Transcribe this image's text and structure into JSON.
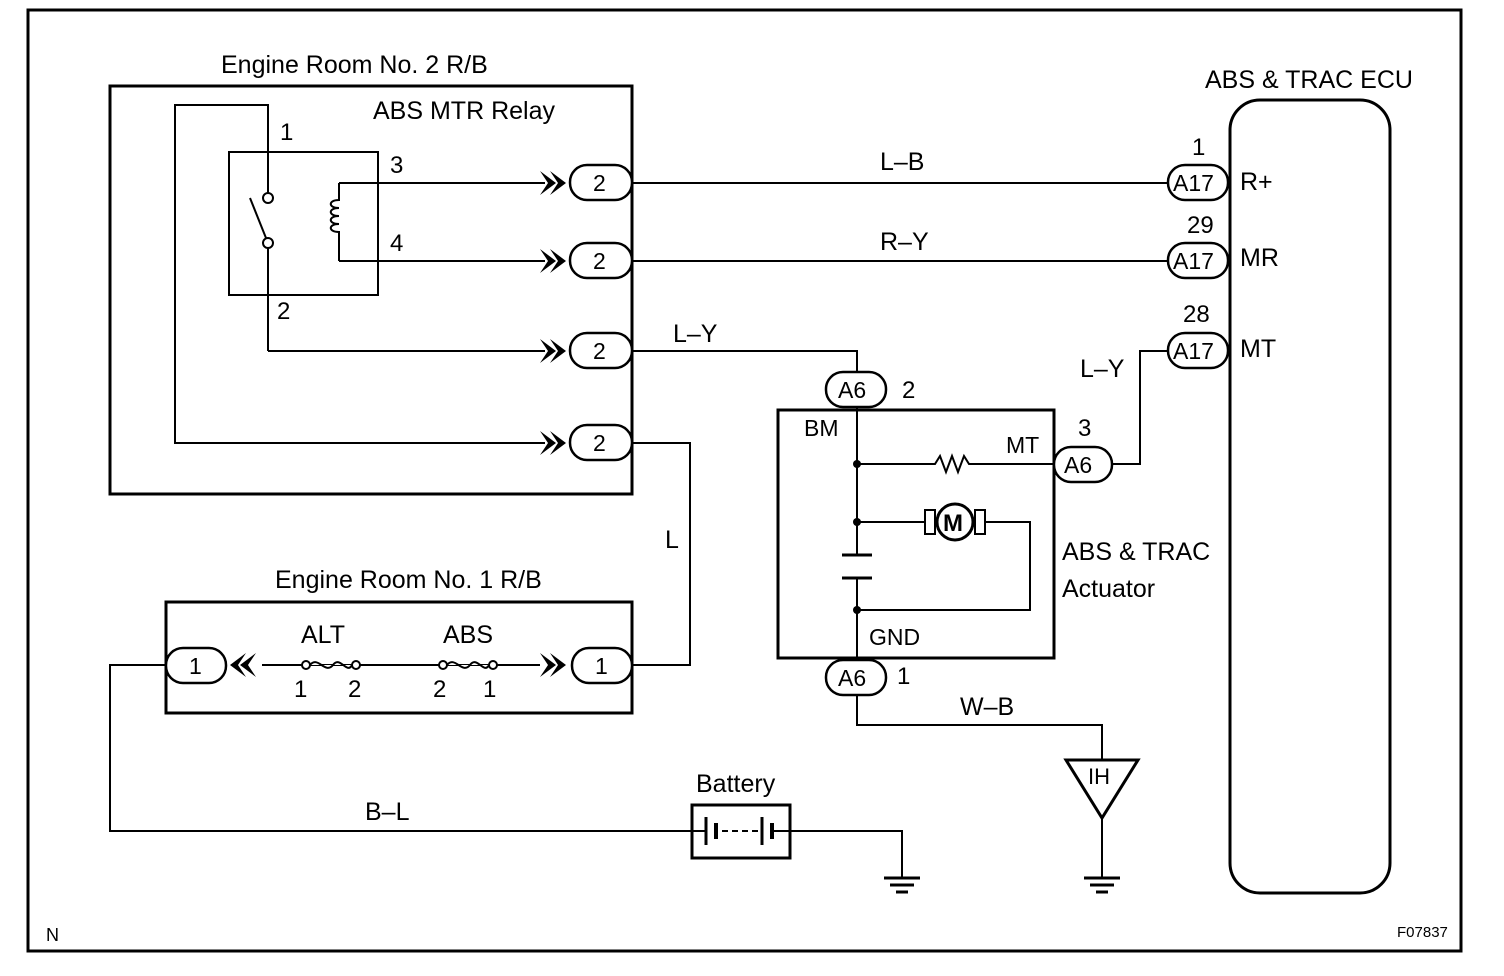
{
  "blocks": {
    "engine_room_no2": "Engine Room No. 2 R/B",
    "abs_mtr_relay": "ABS MTR Relay",
    "engine_room_no1": "Engine Room No. 1 R/B",
    "ecu": "ABS & TRAC ECU",
    "actuator_line1": "ABS & TRAC",
    "actuator_line2": "Actuator",
    "battery": "Battery"
  },
  "relay_pins": {
    "p1": "1",
    "p2": "2",
    "p3": "3",
    "p4": "4"
  },
  "connectors": {
    "r2a": "2",
    "r2b": "2",
    "r2c": "2",
    "r2d": "2",
    "f1_left": "1",
    "f1_right": "1",
    "a6_top": "A6",
    "a6_right": "A6",
    "a6_bottom": "A6",
    "a17_r": "A17",
    "a17_mr": "A17",
    "a17_mt": "A17"
  },
  "connector_pins": {
    "a6_top": "2",
    "a6_right": "3",
    "a6_bottom": "1",
    "a17_r": "1",
    "a17_mr": "29",
    "a17_mt": "28"
  },
  "wires": {
    "lb": "L–B",
    "ry": "R–Y",
    "ly_relay": "L–Y",
    "ly_ecu": "L–Y",
    "l": "L",
    "wb": "W–B",
    "bl": "B–L"
  },
  "ecu_terminals": {
    "r_plus": "R+",
    "mr": "MR",
    "mt": "MT"
  },
  "actuator_terminals": {
    "bm": "BM",
    "mt": "MT",
    "gnd": "GND",
    "motor": "M"
  },
  "fuses": {
    "alt": "ALT",
    "alt_pin1": "1",
    "alt_pin2": "2",
    "abs": "ABS",
    "abs_pin2": "2",
    "abs_pin1": "1"
  },
  "ground_ih": "IH",
  "corner_left": "N",
  "corner_right": "F07837"
}
